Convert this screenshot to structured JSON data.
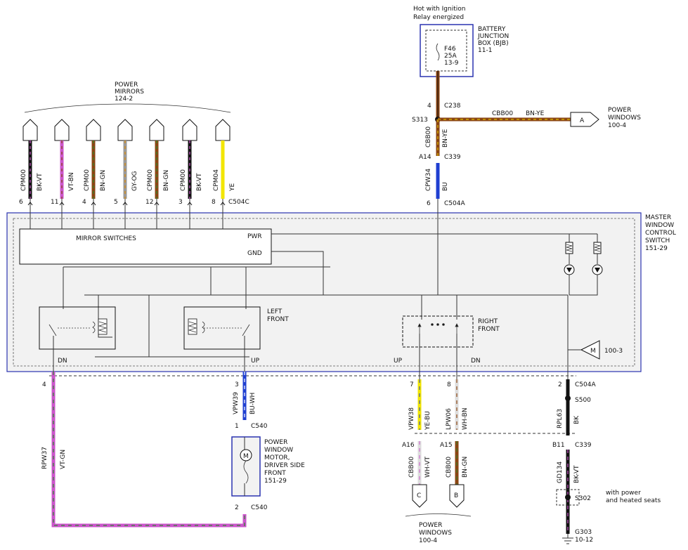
{
  "header": {
    "hot_line1": "Hot with Ignition",
    "hot_line2": "Relay energized"
  },
  "bjb": {
    "line1": "BATTERY",
    "line2": "JUNCTION",
    "line3": "BOX (BJB)",
    "line4": "11-1",
    "fuse_line1": "F46",
    "fuse_line2": "25A",
    "fuse_line3": "13-9"
  },
  "mirrors": {
    "line1": "POWER",
    "line2": "MIRRORS",
    "line3": "124-2"
  },
  "mirror_pins": [
    {
      "circuit": "CPM00",
      "color": "BK-VT",
      "pin": "6"
    },
    {
      "circuit": "",
      "color": "VT-BN",
      "pin": "11"
    },
    {
      "circuit": "CPM00",
      "color": "BN-GN",
      "pin": "4"
    },
    {
      "circuit": "",
      "color": "GY-OG",
      "pin": "5"
    },
    {
      "circuit": "CPM00",
      "color": "BN-GN",
      "pin": "12"
    },
    {
      "circuit": "CPM00",
      "color": "BK-VT",
      "pin": "3"
    },
    {
      "circuit": "CPM04",
      "color": "YE",
      "pin": "8"
    }
  ],
  "labels": {
    "c504c": "C504C",
    "c238": "C238",
    "c238_pin": "4",
    "s313": "S313",
    "cbb00": "CBB00",
    "bn_ye": "BN-YE",
    "power_windows_line1": "POWER",
    "power_windows_line2": "WINDOWS",
    "power_windows_ref": "100-4",
    "conn_a": "A",
    "a14": "A14",
    "c339": "C339",
    "cpw34": "CPW34",
    "bu": "BU",
    "pin6": "6",
    "c504a": "C504A",
    "master_line1": "MASTER",
    "master_line2": "WINDOW",
    "master_line3": "CONTROL",
    "master_line4": "SWITCH",
    "master_line5": "151-29",
    "mirror_switches": "MIRROR SWITCHES",
    "pwr": "PWR",
    "gnd": "GND",
    "left_line1": "LEFT",
    "left_line2": "FRONT",
    "right_line1": "RIGHT",
    "right_line2": "FRONT",
    "dn": "DN",
    "up": "UP",
    "m_ref": "100-3",
    "conn_m": "M",
    "pin4": "4",
    "rpw37": "RPW37",
    "vt_gn": "VT-GN",
    "pin3": "3",
    "vpw39": "VPW39",
    "bu_wh": "BU-WH",
    "pin1": "1",
    "c540": "C540",
    "motor_line1": "POWER",
    "motor_line2": "WINDOW",
    "motor_line3": "MOTOR,",
    "motor_line4": "DRIVER SIDE",
    "motor_line5": "FRONT",
    "motor_line6": "151-29",
    "motor_m": "M",
    "pin2": "2",
    "pin7": "7",
    "vpw38": "VPW38",
    "ye_bu": "YE-BU",
    "pin8": "8",
    "lpw06": "LPW06",
    "wh_bn": "WH-BN",
    "a16": "A16",
    "a15": "A15",
    "wh_vt": "WH-VT",
    "bn_gn": "BN-GN",
    "conn_c": "C",
    "conn_b": "B",
    "pw_bottom_line1": "POWER",
    "pw_bottom_line2": "WINDOWS",
    "pw_bottom_ref": "100-4",
    "s500": "S500",
    "rpl63": "RPL63",
    "bk": "BK",
    "b11": "B11",
    "gd134": "GD134",
    "bk_vt": "BK-VT",
    "s302": "S302",
    "heated_line1": "with power",
    "heated_line2": "and heated seats",
    "g303": "G303",
    "g303_ref": "10-12"
  },
  "colors": {
    "bk": "#111111",
    "vt": "#cc55cc",
    "bn": "#8b4513",
    "gn": "#2e8b2e",
    "gy": "#9a9a9a",
    "og": "#e08a00",
    "ye": "#f2e600",
    "bu": "#1f3fd1",
    "wh": "#ffffff",
    "box_blue": "#2a33b0",
    "module_fill": "#f2f2f2"
  }
}
